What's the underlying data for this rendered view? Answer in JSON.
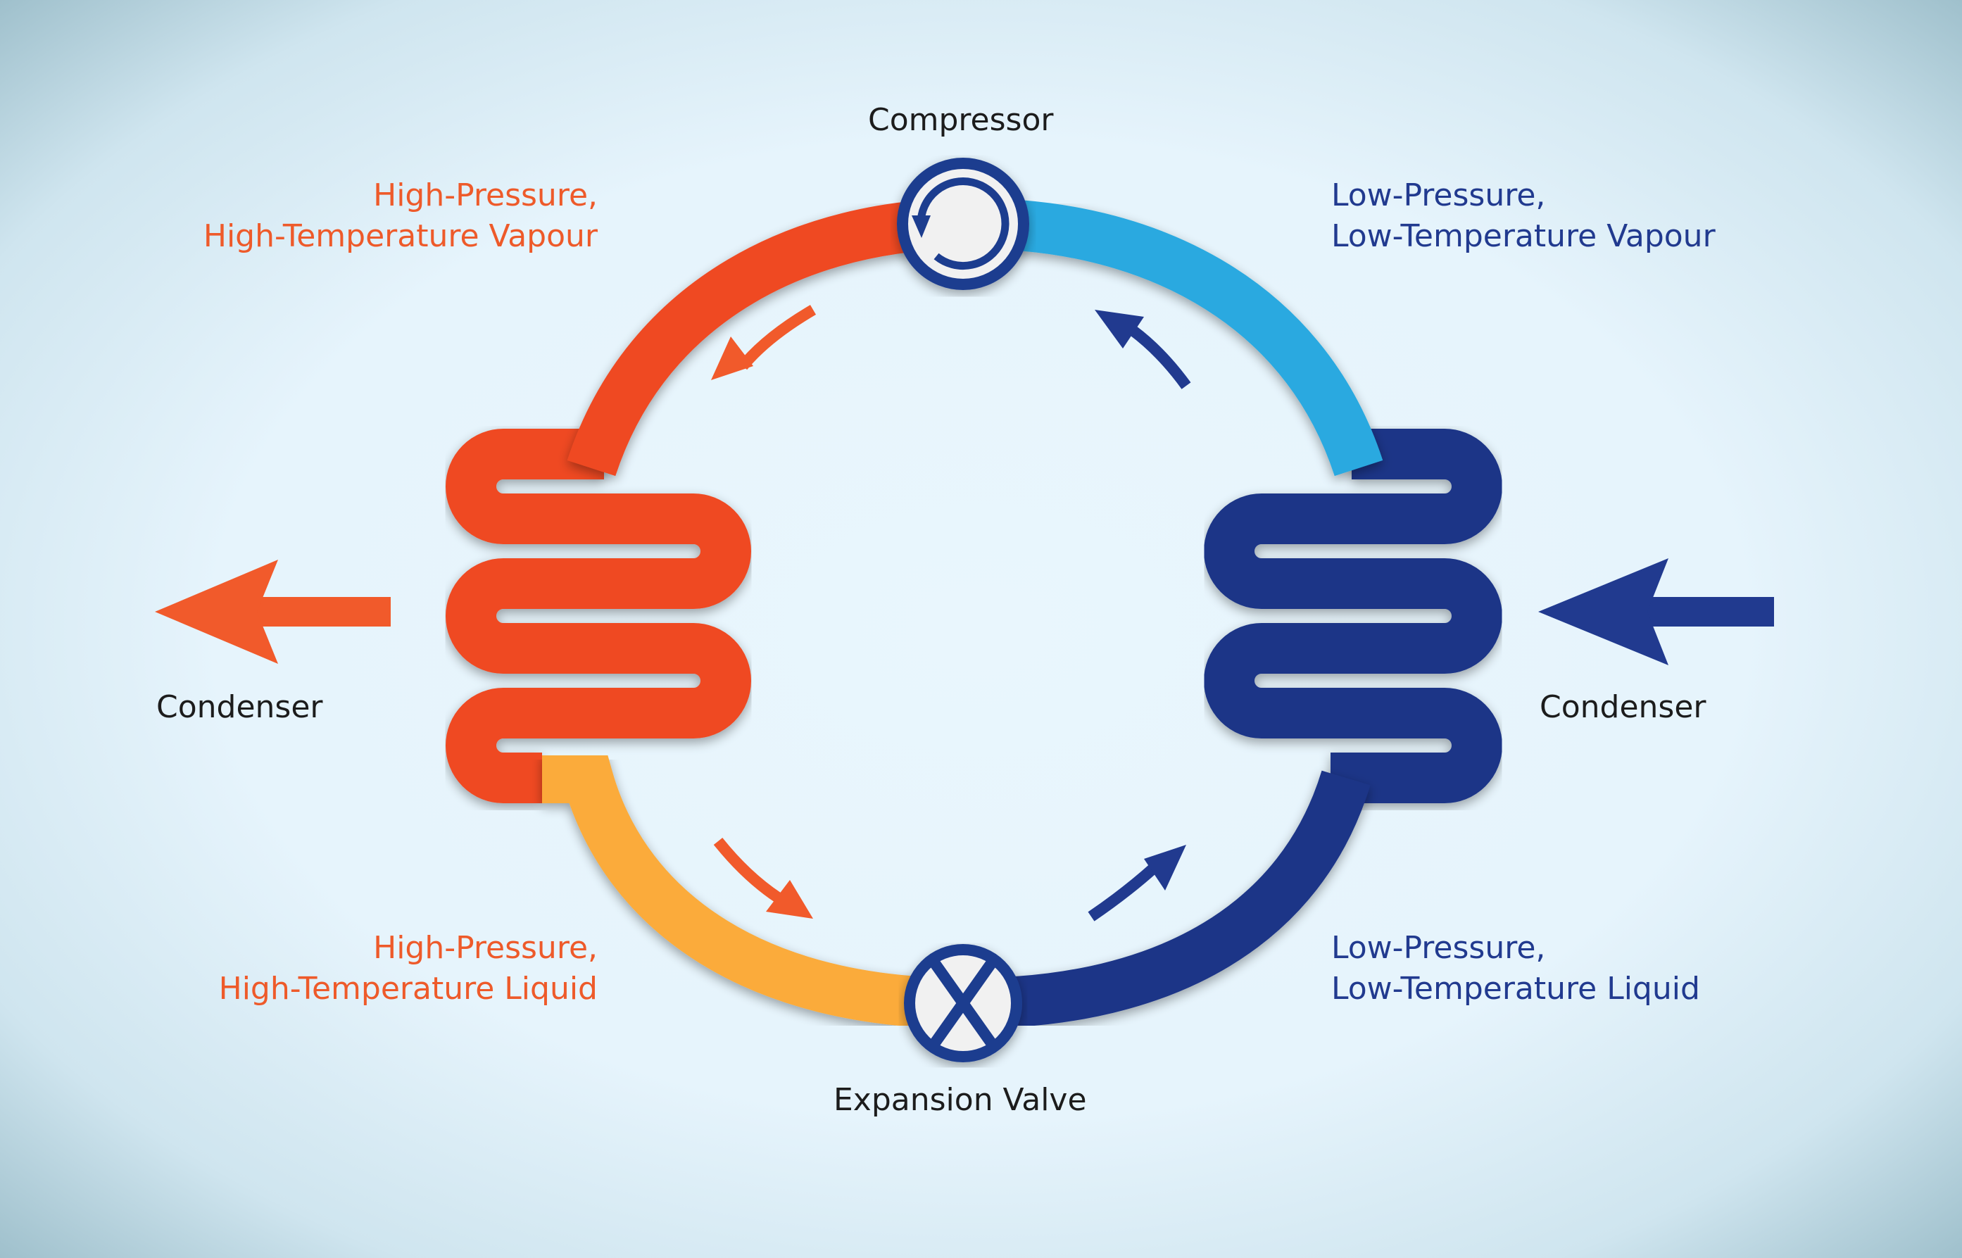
{
  "labels": {
    "compressor": "Compressor",
    "expansion_valve": "Expansion Valve",
    "condenser_left": "Condenser",
    "condenser_right": "Condenser",
    "top_left": [
      "High-Pressure,",
      "High-Temperature Vapour"
    ],
    "top_right": [
      "Low-Pressure,",
      "Low-Temperature Vapour"
    ],
    "bottom_left": [
      "High-Pressure,",
      "High-Temperature Liquid"
    ],
    "bottom_right": [
      "Low-Pressure,",
      "Low-Temperature Liquid"
    ]
  },
  "colors": {
    "hot_vapour": "#ef4a24",
    "hot_liquid": "#fbab3a",
    "cold_vapour": "#29a9e0",
    "cold_liquid": "#1c3587",
    "label_hot": "#ee5a2a",
    "label_cold": "#213a8f",
    "arrow_hot": "#f15a2b",
    "arrow_cold": "#213a8f"
  },
  "icons": {
    "compressor": "circular-arrow-icon",
    "expansion_valve": "x-cross-icon"
  }
}
